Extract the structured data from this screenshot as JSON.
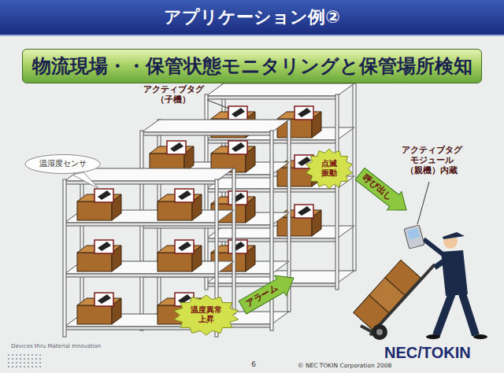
{
  "diagram": {
    "title": "アプリケーション例②",
    "nodes": [
      {
        "text": [
          "物流現場・・保管状態モニタリングと保管場所検知"
        ]
      },
      {
        "text": [
          "温湿度センサ"
        ]
      },
      {
        "text": [
          "点滅 振動"
        ]
      },
      {
        "text": [
          "呼び出し"
        ]
      },
      {
        "text": [
          "アラーム"
        ]
      },
      {
        "text": [
          "温度異常 上昇"
        ]
      }
    ],
    "labels": [
      "アクティブタグ （子機）",
      "アクティブタグ モジュール （親機）内蔵",
      "Devices thru Material Innovation",
      "6",
      "© NEC TOKIN Corporation 2008",
      "NEC/TOKIN"
    ]
  }
}
